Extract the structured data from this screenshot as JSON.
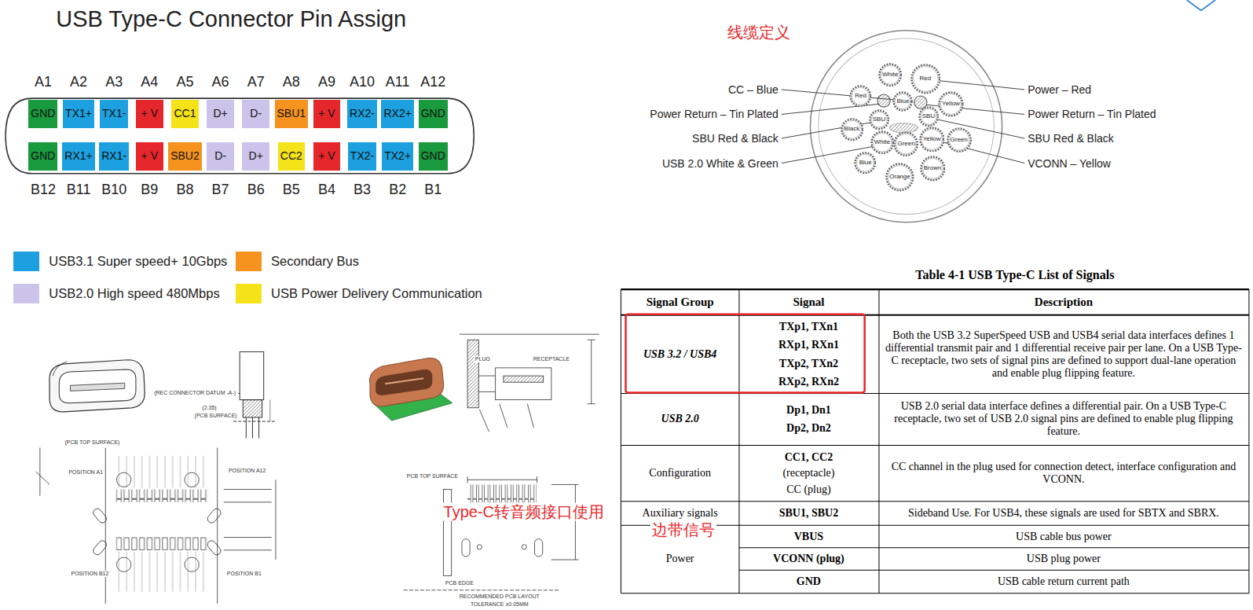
{
  "diagram": {
    "title": "USB Type-C Connector Pin Assign",
    "nodes": [
      {
        "text": [
          "GND"
        ]
      },
      {
        "text": [
          "TX1+"
        ]
      },
      {
        "text": [
          "TX1-"
        ]
      },
      {
        "text": [
          "+ V"
        ]
      },
      {
        "text": [
          "CC1"
        ]
      },
      {
        "text": [
          "D+"
        ]
      },
      {
        "text": [
          "D-"
        ]
      },
      {
        "text": [
          "SBU1"
        ]
      },
      {
        "text": [
          "+ V"
        ]
      },
      {
        "text": [
          "RX2-"
        ]
      },
      {
        "text": [
          "RX2+"
        ]
      },
      {
        "text": [
          "GND"
        ]
      },
      {
        "text": [
          "GND"
        ]
      },
      {
        "text": [
          "RX1+"
        ]
      },
      {
        "text": [
          "RX1-"
        ]
      },
      {
        "text": [
          "+ V"
        ]
      },
      {
        "text": [
          "SBU2"
        ]
      },
      {
        "text": [
          "D-"
        ]
      },
      {
        "text": [
          "D+"
        ]
      },
      {
        "text": [
          "CC2"
        ]
      },
      {
        "text": [
          "+ V"
        ]
      },
      {
        "text": [
          "TX2-"
        ]
      },
      {
        "text": [
          "TX2+"
        ]
      },
      {
        "text": [
          "GND"
        ]
      },
      {
        "text": [
          "White"
        ]
      },
      {
        "text": [
          "Red"
        ]
      },
      {
        "text": [
          "Red"
        ]
      },
      {
        "text": [
          "Blue"
        ]
      },
      {
        "text": [
          "Yellow"
        ]
      },
      {
        "text": [
          "SBU"
        ]
      },
      {
        "text": [
          "SBU"
        ]
      },
      {
        "text": [
          "Black"
        ]
      },
      {
        "text": [
          "White"
        ]
      },
      {
        "text": [
          "Green"
        ]
      },
      {
        "text": [
          "Yellow"
        ]
      },
      {
        "text": [
          "Green"
        ]
      },
      {
        "text": [
          "Blue"
        ]
      },
      {
        "text": [
          "Orange"
        ]
      },
      {
        "text": [
          "Brown"
        ]
      }
    ],
    "labels": [
      "A1",
      "A2",
      "A3",
      "A4",
      "A5",
      "A6",
      "A7",
      "A8",
      "A9",
      "A10",
      "A11",
      "A12",
      "B12",
      "B11",
      "B10",
      "B9",
      "B8",
      "B7",
      "B6",
      "B5",
      "B4",
      "B3",
      "B2",
      "B1",
      "线缆定义",
      "CC – Blue",
      "Power Return – Tin Plated",
      "SBU Red & Black",
      "USB 2.0 White & Green",
      "Power – Red",
      "Power Return – Tin Plated",
      "SBU Red & Black",
      "VCONN – Yellow",
      "Table 4-1 USB Type-C List of Signals",
      "Signal Group",
      "Signal",
      "Description",
      "USB 3.2 / USB4",
      "TXp1, TXn1",
      "RXp1, RXn1",
      "TXp2, TXn2",
      "RXp2, RXn2",
      "Both the USB 3.2 SuperSpeed USB and USB4 serial data interfaces defines 1 differential transmit pair and 1 differential receive pair per lane. On a USB Type-C receptacle, two sets of signal pins are defined to support dual-lane operation and enable plug flipping feature.",
      "USB 2.0",
      "Dp1, Dn1",
      "Dp2, Dn2",
      "USB 2.0 serial data interface defines a differential pair. On a USB Type-C receptacle, two set of USB 2.0 signal pins are defined to enable plug flipping feature.",
      "Configuration",
      "CC1, CC2",
      "(receptacle)",
      "CC (plug)",
      "CC channel in the plug used for connection detect, interface configuration and VCONN.",
      "Auxiliary signals",
      "SBU1, SBU2",
      "Sideband Use. For USB4, these signals are used for SBTX and SBRX.",
      "Power",
      "VBUS",
      "USB cable bus power",
      "VCONN (plug)",
      "USB plug power",
      "GND",
      "USB cable return current path",
      "Type-C转音频接口使用",
      "边带信号",
      "PLUG",
      "RECEPTACLE",
      "PCB TOP SURFACE",
      "PCB EDGE",
      "RECOMMENDED PCB LAYOUT",
      "TOLERANCE ±0.05MM",
      "(REC CONNECTOR DATUM -A-)",
      "(2.35)",
      "(PCB SURFACE)",
      "(PCB TOP SURFACE)",
      "POSITION A1",
      "POSITION A12",
      "POSITION B12",
      "POSITION B1"
    ],
    "legend": [
      {
        "text": "USB3.1 Super speed+ 10Gbps",
        "color": "#1ca0e0"
      },
      {
        "text": "Secondary Bus",
        "color": "#f6921e"
      },
      {
        "text": "USB2.0 High speed 480Mbps",
        "color": "#cbc3ea"
      },
      {
        "text": "USB Power Delivery Communication",
        "color": "#f5e31a"
      }
    ]
  }
}
